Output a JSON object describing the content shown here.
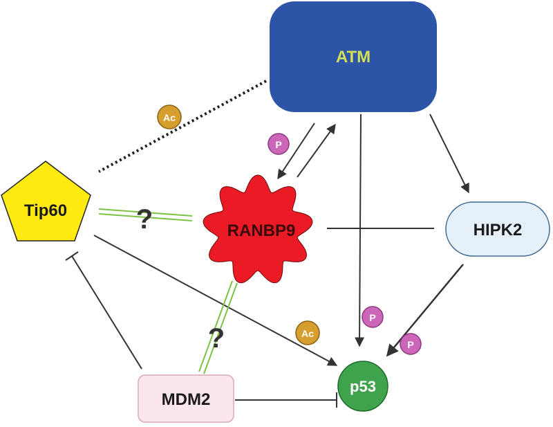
{
  "nodes": {
    "atm": {
      "label": "ATM",
      "fill": "#2E54A7",
      "text_color": "#D4E157"
    },
    "tip60": {
      "label": "Tip60",
      "fill": "#FFEB12",
      "text_color": "#1a1a1a"
    },
    "ranbp9": {
      "label": "RANBP9",
      "fill": "#EA1B25",
      "text_color": "#3a0a0a"
    },
    "hipk2": {
      "label": "HIPK2",
      "fill": "#E6F0F9",
      "text_color": "#1a1a1a"
    },
    "mdm2": {
      "label": "MDM2",
      "fill": "#FBE6EC",
      "text_color": "#1a1a1a"
    },
    "p53": {
      "label": "p53",
      "fill": "#3FA34D",
      "text_color": "#ffffff"
    }
  },
  "badges": {
    "acetyl": "Ac",
    "phospho": "P",
    "acetyl_color": "#D69E2E",
    "phospho_color": "#CC66B8"
  },
  "unknown_mark": "?",
  "colors": {
    "edge": "#333333",
    "uncertain_edge": "#7CC242"
  }
}
